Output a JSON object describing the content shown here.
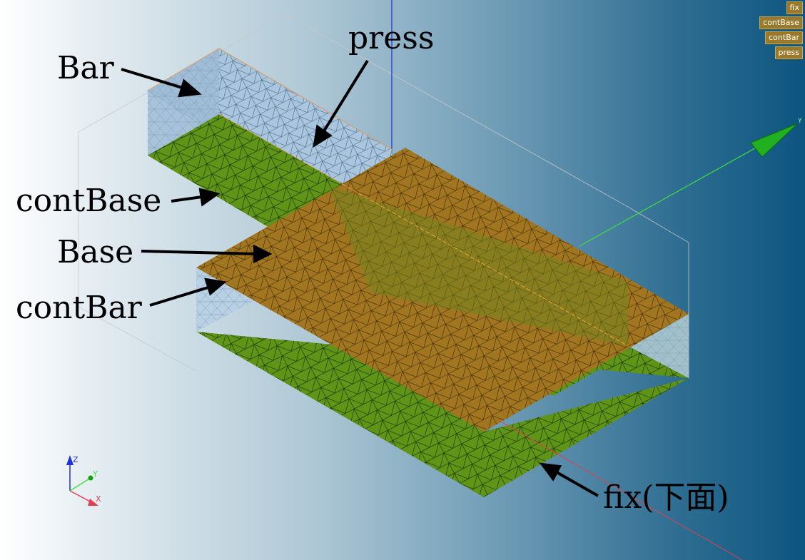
{
  "viewport": {
    "legend": [
      {
        "id": "fix",
        "label": "fix"
      },
      {
        "id": "contBase",
        "label": "contBase"
      },
      {
        "id": "contBar",
        "label": "contBar"
      },
      {
        "id": "press",
        "label": "press"
      }
    ],
    "callouts": {
      "bar": "Bar",
      "press": "press",
      "contBase": "contBase",
      "base": "Base",
      "contBar": "contBar",
      "fix": "fix(下面)"
    },
    "triad": {
      "z": "Z",
      "y": "Y",
      "x": "X"
    },
    "axis_labels": {
      "y": "Y"
    }
  },
  "colors": {
    "green_face": "#5f9417",
    "orange_face": "#a27520",
    "blue_face": "#a9c6de",
    "mesh_line": "#1c3a10",
    "axis_x": "#e04050",
    "axis_y": "#3ee040",
    "axis_z": "#2030e0"
  }
}
